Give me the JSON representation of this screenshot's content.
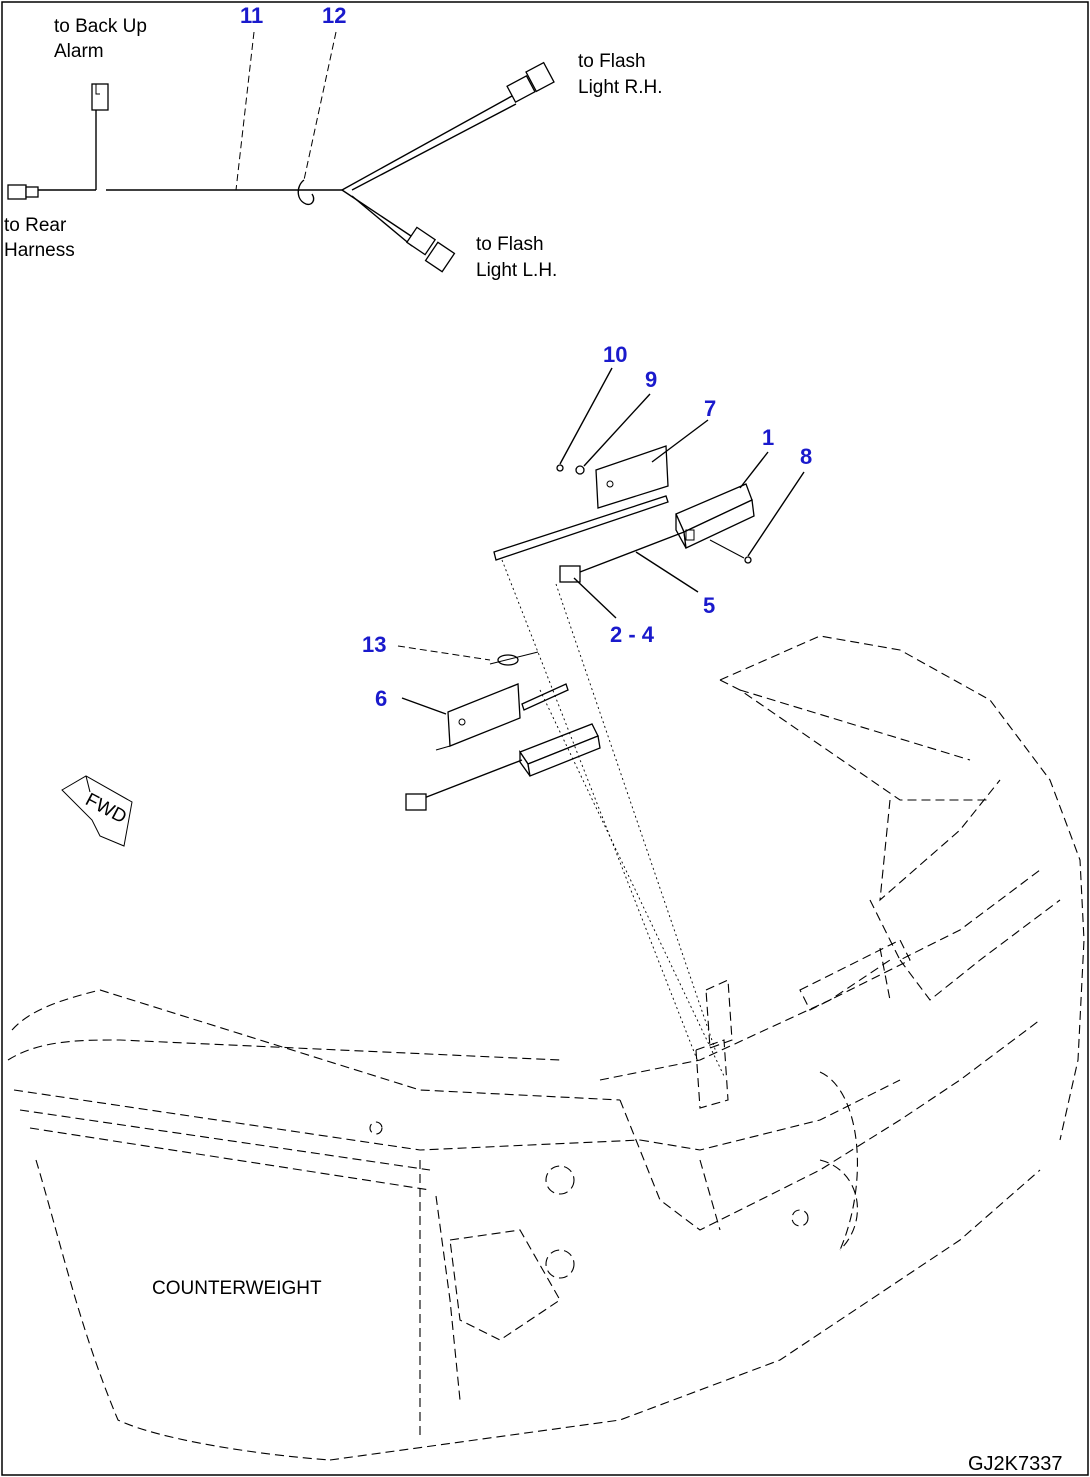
{
  "labels": {
    "back_up_alarm_1": "to Back Up",
    "back_up_alarm_2": "Alarm",
    "flash_rh_1": "to Flash",
    "flash_rh_2": "Light R.H.",
    "rear_harness_1": "to Rear",
    "rear_harness_2": "Harness",
    "flash_lh_1": "to Flash",
    "flash_lh_2": "Light L.H.",
    "counterweight": "COUNTERWEIGHT",
    "fwd": "FWD",
    "drawing_code": "GJ2K7337"
  },
  "callouts": {
    "c1": "1",
    "c2_4": "2 - 4",
    "c5": "5",
    "c6": "6",
    "c7": "7",
    "c8": "8",
    "c9": "9",
    "c10": "10",
    "c11": "11",
    "c12": "12",
    "c13": "13"
  },
  "colors": {
    "callout": "#1a1acc",
    "line": "#000000",
    "background": "#ffffff"
  }
}
